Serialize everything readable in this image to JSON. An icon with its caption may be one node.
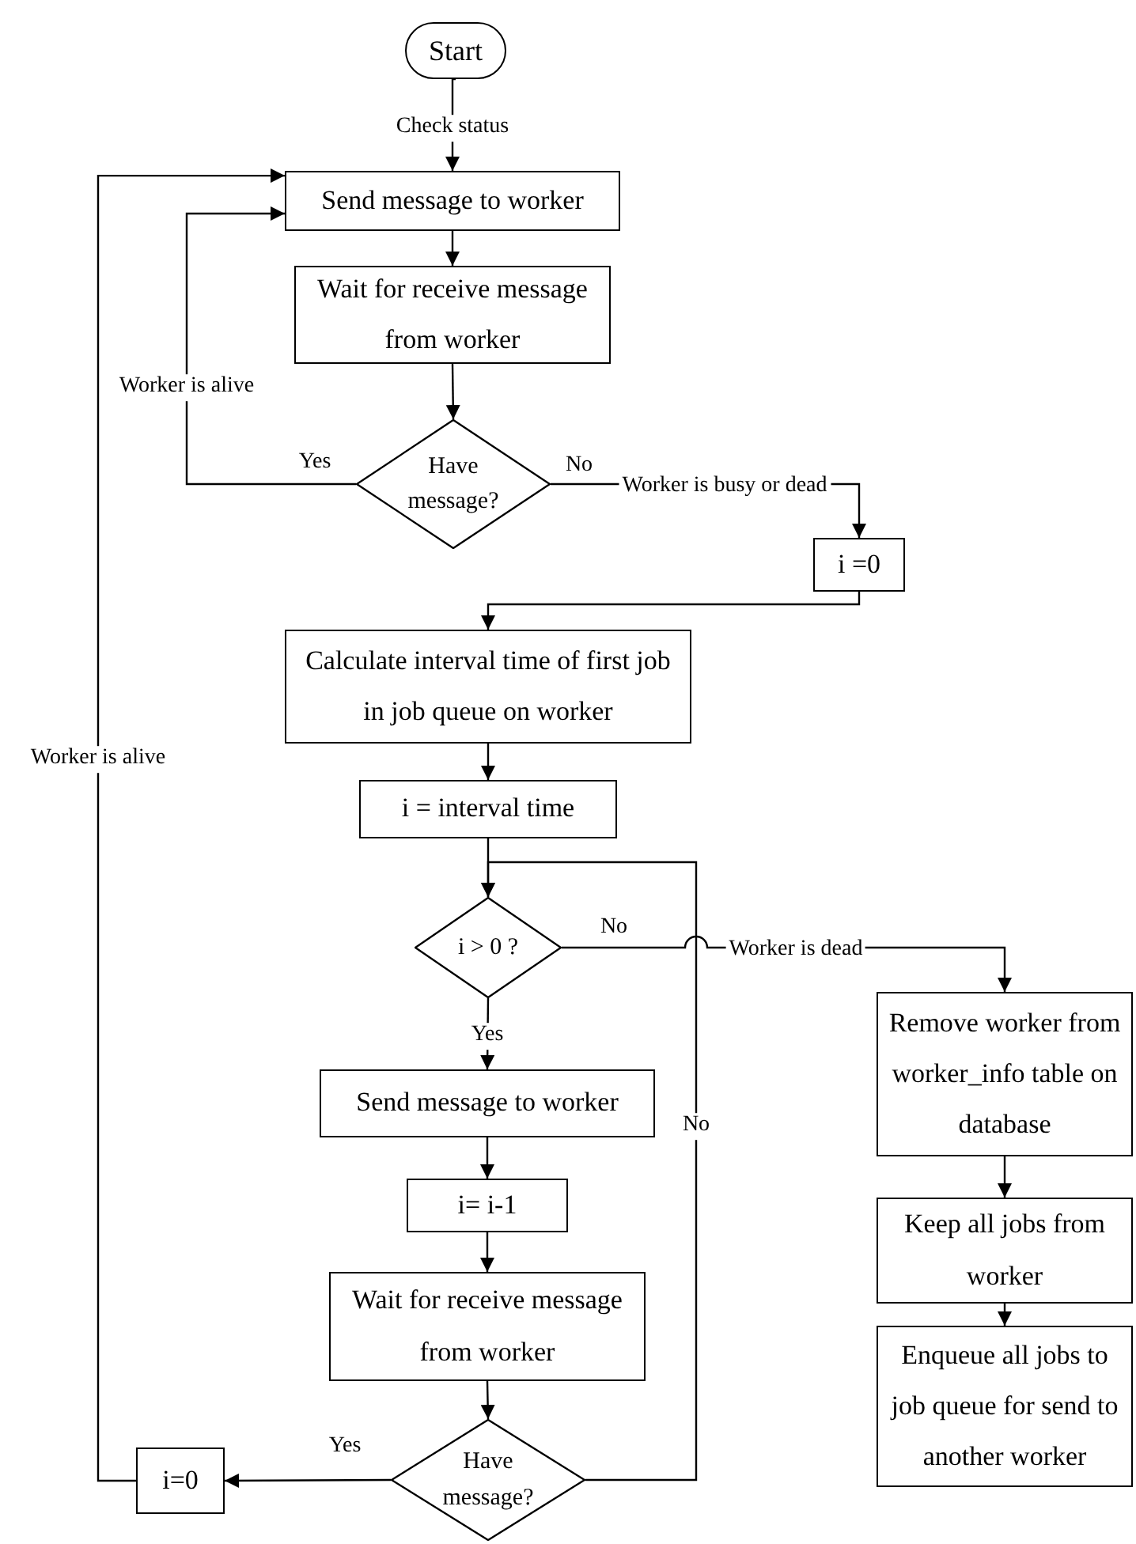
{
  "diagram": {
    "nodes": [
      {
        "text": [
          "Start"
        ]
      },
      {
        "text": [
          "Send message to worker"
        ]
      },
      {
        "text": [
          "Wait for receive message from worker"
        ]
      },
      {
        "text": [
          "Have message?"
        ]
      },
      {
        "text": [
          "i =0"
        ]
      },
      {
        "text": [
          "Calculate  interval time of first job in job queue on worker"
        ]
      },
      {
        "text": [
          "i = interval time"
        ]
      },
      {
        "text": [
          "i > 0 ?"
        ]
      },
      {
        "text": [
          "Send message to worker"
        ]
      },
      {
        "text": [
          "i= i-1"
        ]
      },
      {
        "text": [
          "Wait for receive message from worker"
        ]
      },
      {
        "text": [
          "Have message?"
        ]
      },
      {
        "text": [
          "i=0"
        ]
      },
      {
        "text": [
          "Remove worker from worker_info table on database"
        ]
      },
      {
        "text": [
          "Keep all jobs from worker"
        ]
      },
      {
        "text": [
          "Enqueue all jobs to job queue for send to another worker"
        ]
      }
    ],
    "edges": [
      {
        "from": 0,
        "to": 1,
        "arrow": "to",
        "label": "Check status"
      },
      {
        "from": 1,
        "to": 2,
        "arrow": "to"
      },
      {
        "from": 2,
        "to": 3,
        "arrow": "to"
      },
      {
        "from": 3,
        "to": 1,
        "arrow": "to",
        "label": "Worker is alive"
      },
      {
        "from": 3,
        "to": 4,
        "arrow": "to",
        "label": "Worker is busy or dead"
      },
      {
        "from": 4,
        "to": 5,
        "arrow": "to"
      },
      {
        "from": 5,
        "to": 6,
        "arrow": "to"
      },
      {
        "from": 6,
        "to": 7,
        "arrow": "to"
      },
      {
        "from": 7,
        "to": 8,
        "arrow": "to"
      },
      {
        "from": 7,
        "to": 13,
        "arrow": "to",
        "label": "Worker is dead"
      },
      {
        "from": 8,
        "to": 9,
        "arrow": "to"
      },
      {
        "from": 9,
        "to": 10,
        "arrow": "to"
      },
      {
        "from": 10,
        "to": 11,
        "arrow": "to"
      },
      {
        "from": 11,
        "to": 12,
        "arrow": "to"
      },
      {
        "from": 11,
        "to": 7,
        "arrow": "to"
      },
      {
        "from": 12,
        "to": 1,
        "arrow": "to",
        "label": "Worker is alive"
      },
      {
        "from": 13,
        "to": 14,
        "arrow": "to"
      },
      {
        "from": 14,
        "to": 15,
        "arrow": "to"
      }
    ],
    "labels": [
      "Yes",
      "No",
      "No",
      "Yes",
      "No",
      "Yes"
    ]
  }
}
